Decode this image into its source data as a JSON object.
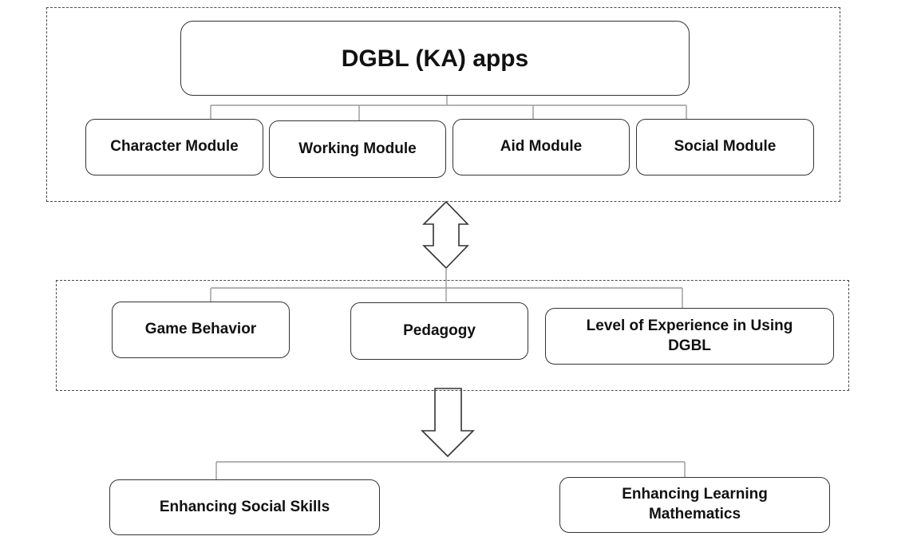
{
  "top_group": {
    "title": "DGBL (KA) apps",
    "modules": [
      "Character Module",
      "Working Module",
      "Aid Module",
      "Social Module"
    ]
  },
  "middle_group": {
    "factors": [
      "Game Behavior",
      "Pedagogy",
      "Level of Experience in Using DGBL"
    ]
  },
  "outcomes": [
    "Enhancing Social Skills",
    "Enhancing Learning Mathematics"
  ],
  "colors": {
    "line": "#333333",
    "connector": "#9a9a9a",
    "background": "#ffffff"
  },
  "arrows": [
    "double-vertical-arrow",
    "down-arrow"
  ]
}
